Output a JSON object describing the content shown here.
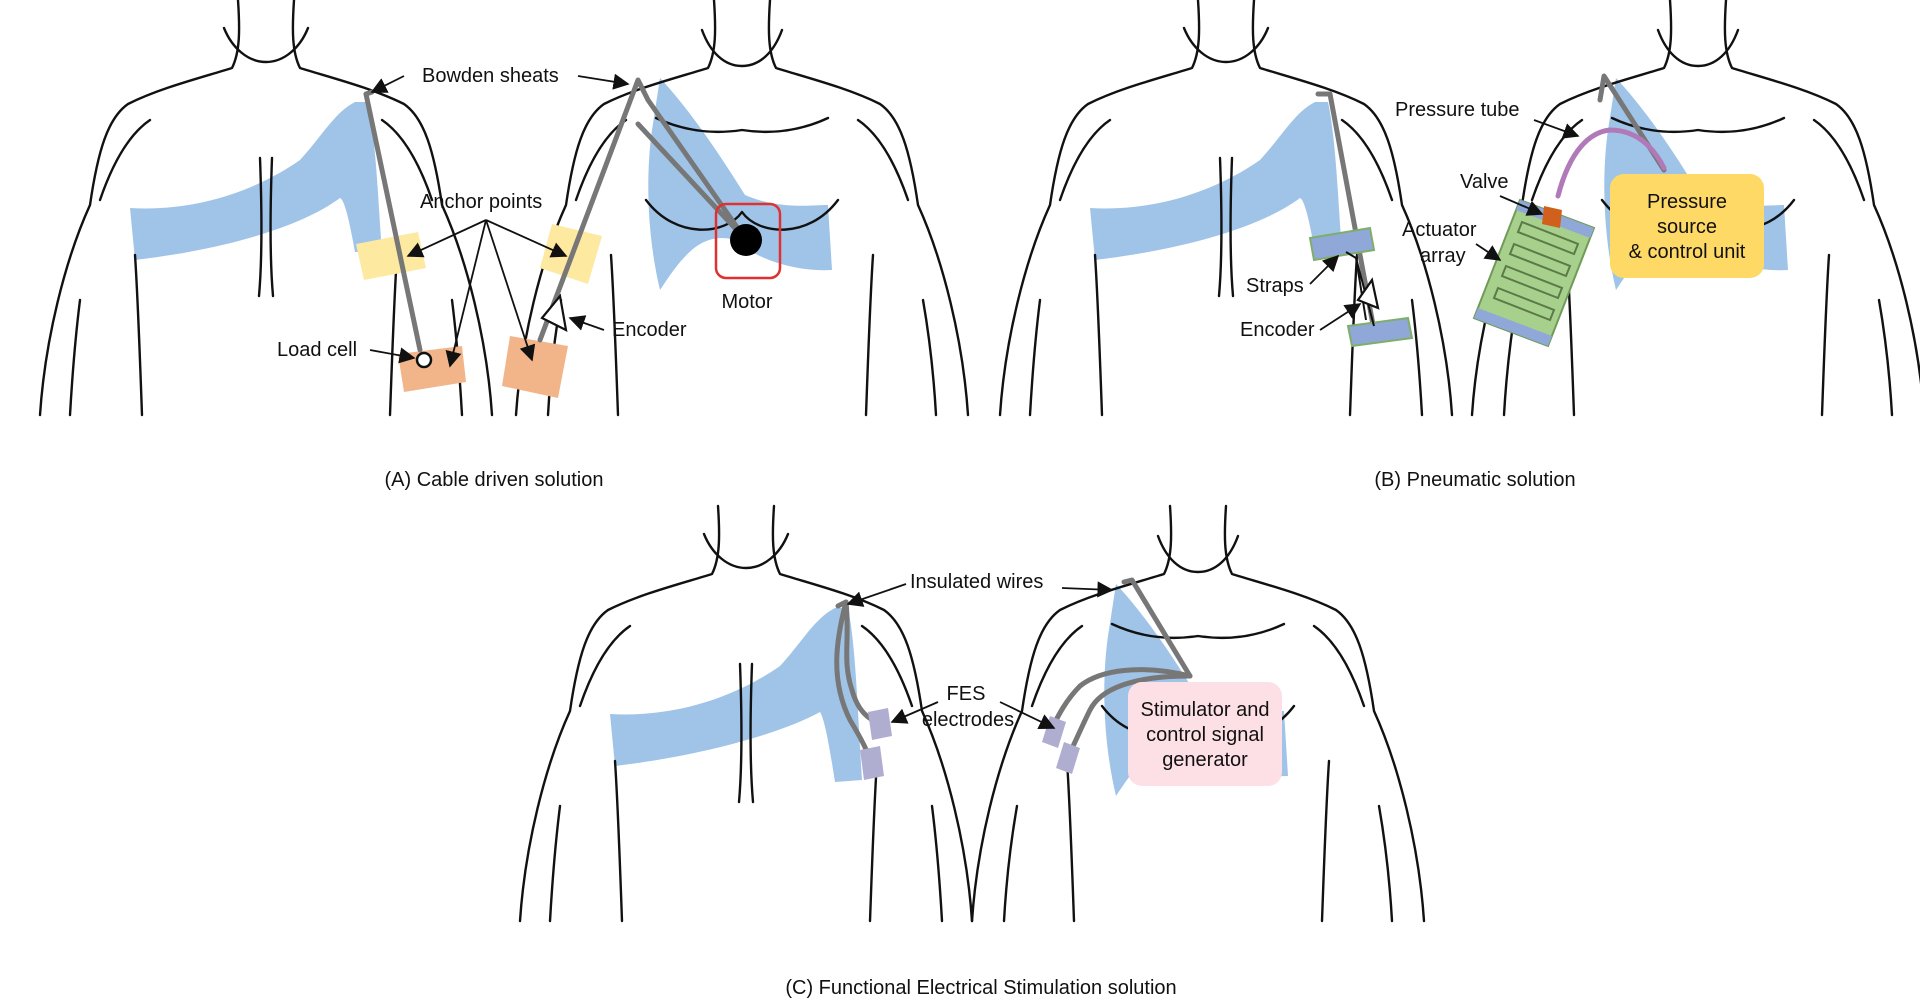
{
  "panels": {
    "a": {
      "caption": "(A) Cable driven solution",
      "labels": {
        "bowden": "Bowden sheats",
        "anchor": "Anchor points",
        "load_cell": "Load cell",
        "encoder": "Encoder",
        "motor": "Motor"
      }
    },
    "b": {
      "caption": "(B) Pneumatic solution",
      "labels": {
        "pressure_tube": "Pressure tube",
        "valve": "Valve",
        "actuator_line1": "Actuator",
        "actuator_line2": "array",
        "straps": "Straps",
        "encoder": "Encoder",
        "unit_line1": "Pressure",
        "unit_line2": "source",
        "unit_line3": "& control unit"
      }
    },
    "c": {
      "caption": "(C) Functional Electrical Stimulation solution",
      "labels": {
        "wires": "Insulated wires",
        "fes_line1": "FES",
        "fes_line2": "electrodes",
        "gen_line1": "Stimulator and",
        "gen_line2": "control signal",
        "gen_line3": "generator"
      }
    }
  },
  "colors": {
    "garment": "#a0c4e8",
    "anchor_yellow": "#fde9a0",
    "anchor_orange": "#f2b58a",
    "cable": "#777777",
    "motor_box": "#e03030",
    "strap_blue": "#8fa8d8",
    "actuator_green": "#a8d08d",
    "valve_orange": "#d0601c",
    "tube_purple": "#b07ab8",
    "unit_yellow": "#ffd966",
    "generator_pink": "#fde0e6",
    "electrode_purple": "#b0aed0"
  }
}
